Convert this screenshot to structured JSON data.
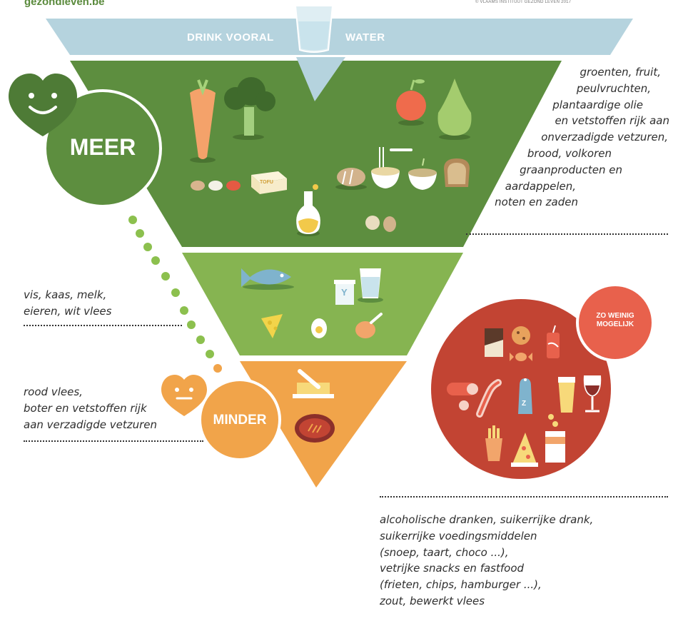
{
  "header": {
    "site": "gezondleven.be",
    "copyright": "© VLAAMS INSTITUUT GEZOND LEVEN 2017"
  },
  "water_band": {
    "left_text": "DRINK VOORAL",
    "right_text": "WATER"
  },
  "meer": {
    "label": "MEER",
    "lines": [
      "groenten, fruit,",
      "peulvruchten,",
      "plantaardige olie",
      "en vetstoffen rijk aan",
      "onverzadigde vetzuren,",
      "brood, volkoren",
      "graanproducten en",
      "aardappelen,",
      "noten en zaden"
    ]
  },
  "middle": {
    "lines": [
      "vis, kaas, melk,",
      "eieren, wit vlees"
    ]
  },
  "minder": {
    "label": "MINDER",
    "lines": [
      "rood vlees,",
      "boter en vetstoffen rijk",
      "aan verzadigde vetzuren"
    ]
  },
  "zo_weinig": {
    "badge_lines": [
      "ZO WEINIG",
      "MOGELIJK"
    ],
    "lines": [
      "alcoholische dranken, suikerrijke drank,",
      "suikerrijke voedingsmiddelen",
      "(snoep, taart, choco ...),",
      "vetrijke snacks en fastfood",
      "(frieten, chips, hamburger ...),",
      "zout, bewerkt vlees"
    ]
  },
  "icon_labels": {
    "tofu": "TOFU",
    "yoghurt": "Y",
    "salt": "Z"
  },
  "colors": {
    "water": "#b5d3de",
    "meer": "#5d8e3f",
    "middle": "#86b451",
    "minder": "#f1a44a",
    "zo_weinig": "#c24433",
    "badge": "#e8614c",
    "heart_meer": "#4e7b36"
  }
}
